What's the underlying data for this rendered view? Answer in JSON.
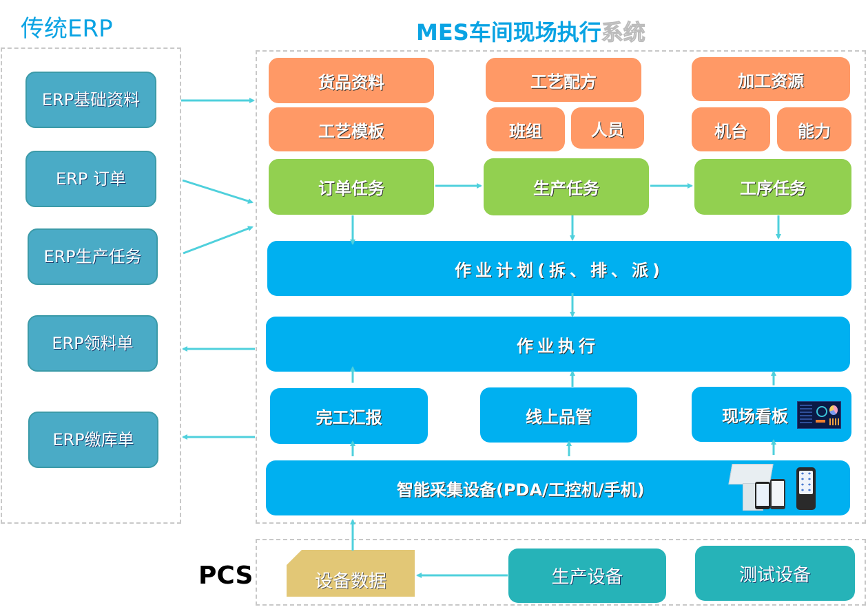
{
  "titles": {
    "erp": "传统ERP",
    "mes_main": "MES车间现场执行",
    "mes_faded": "系统",
    "pcs": "PCS"
  },
  "erp_items": [
    "ERP基础资料",
    "ERP 订单",
    "ERP生产任务",
    "ERP领料单",
    "ERP缴库单"
  ],
  "master_data": {
    "goods": "货品资料",
    "process_template": "工艺模板",
    "recipe": "工艺配方",
    "team": "班组",
    "staff": "人员",
    "resources": "加工资源",
    "machine": "机台",
    "capacity": "能力"
  },
  "tasks": [
    "订单任务",
    "生产任务",
    "工序任务"
  ],
  "plan": "作业计划(拆、排、派)",
  "execution": "作业执行",
  "feedback": [
    "完工汇报",
    "线上品管",
    "现场看板"
  ],
  "collection": "智能采集设备(PDA/工控机/手机)",
  "pcs": {
    "device_data": "设备数据",
    "production_equipment": "生产设备",
    "test_equipment": "测试设备"
  },
  "colors": {
    "title": "#0aa3e3",
    "erp_box": "#4aabc6",
    "master": "#ff9966",
    "task": "#92d050",
    "mes": "#00b0f0",
    "pcs_box": "#26b3b8",
    "device_data": "#e2c776",
    "arrow": "#4fd0dc"
  }
}
